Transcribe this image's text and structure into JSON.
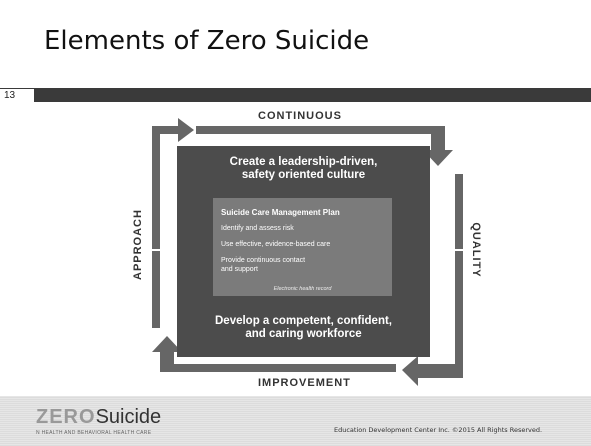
{
  "slide": {
    "title": "Elements of Zero Suicide",
    "number": "13"
  },
  "diagram": {
    "top_label": "CONTINUOUS",
    "bottom_label": "IMPROVEMENT",
    "left_label": "APPROACH",
    "right_label": "QUALITY",
    "top_text": [
      "Create a leadership-driven,",
      "safety oriented culture"
    ],
    "bottom_text": [
      "Develop a competent, confident,",
      "and caring workforce"
    ],
    "plan": {
      "title": "Suicide Care Management Plan",
      "bullets": [
        [
          "Identify and assess risk"
        ],
        [
          "Use effective, evidence-based care"
        ],
        [
          "Provide continuous contact",
          "and support"
        ]
      ],
      "footnote": "Electronic health record"
    }
  },
  "footer": {
    "logo_zero": "ZERO",
    "logo_suicide": "Suicide",
    "logo_sub": "N HEALTH AND BEHAVIORAL HEALTH CARE",
    "copyright": "Education Development Center Inc. ©2015 All Rights Reserved."
  },
  "colors": {
    "dark_box": "#4c4c4c",
    "inner_box": "#7b7b7b",
    "arrow": "#666666",
    "bar": "#3a3a3a"
  }
}
